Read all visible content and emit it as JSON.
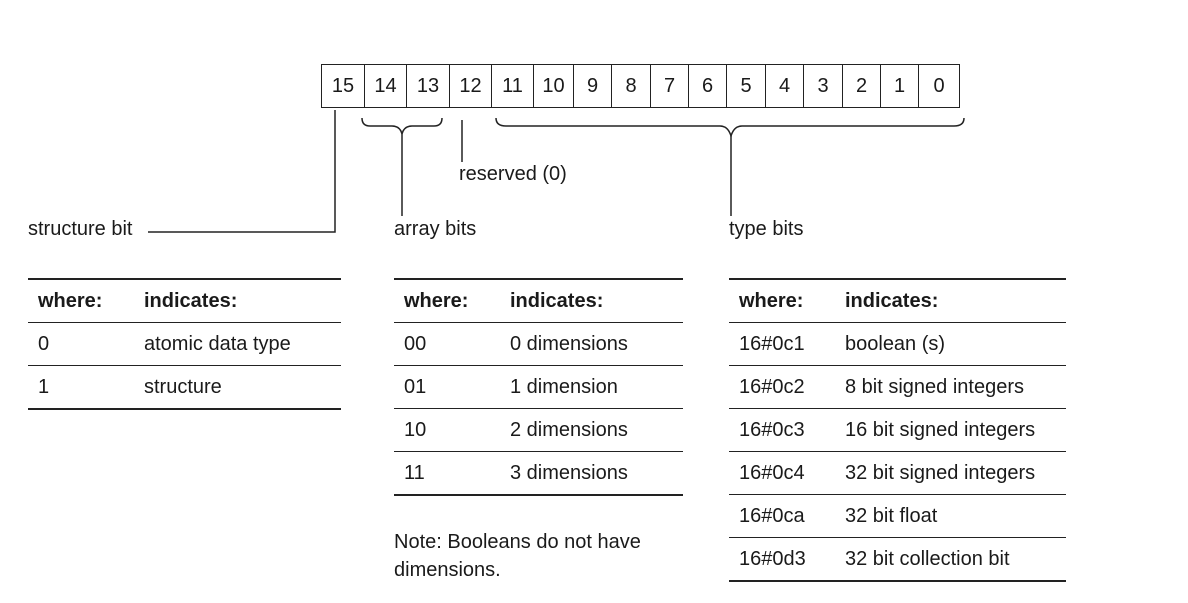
{
  "bits": [
    "15",
    "14",
    "13",
    "12",
    "11",
    "10",
    "9",
    "8",
    "7",
    "6",
    "5",
    "4",
    "3",
    "2",
    "1",
    "0"
  ],
  "labels": {
    "structure": "structure bit",
    "array": "array bits",
    "reserved": "reserved (0)",
    "type": "type bits"
  },
  "tables": [
    {
      "headers": [
        "where:",
        "indicates:"
      ],
      "rows": [
        [
          "0",
          "atomic data type"
        ],
        [
          "1",
          "structure"
        ]
      ]
    },
    {
      "headers": [
        "where:",
        "indicates:"
      ],
      "rows": [
        [
          "00",
          "0 dimensions"
        ],
        [
          "01",
          "1 dimension"
        ],
        [
          "10",
          "2 dimensions"
        ],
        [
          "11",
          "3 dimensions"
        ]
      ]
    },
    {
      "headers": [
        "where:",
        "indicates:"
      ],
      "rows": [
        [
          "16#0c1",
          "boolean (s)"
        ],
        [
          "16#0c2",
          "8 bit signed integers"
        ],
        [
          "16#0c3",
          "16 bit signed integers"
        ],
        [
          "16#0c4",
          "32 bit signed integers"
        ],
        [
          "16#0ca",
          "32 bit float"
        ],
        [
          "16#0d3",
          "32 bit collection bit"
        ]
      ]
    }
  ],
  "note": "Note: Booleans do not have dimensions."
}
